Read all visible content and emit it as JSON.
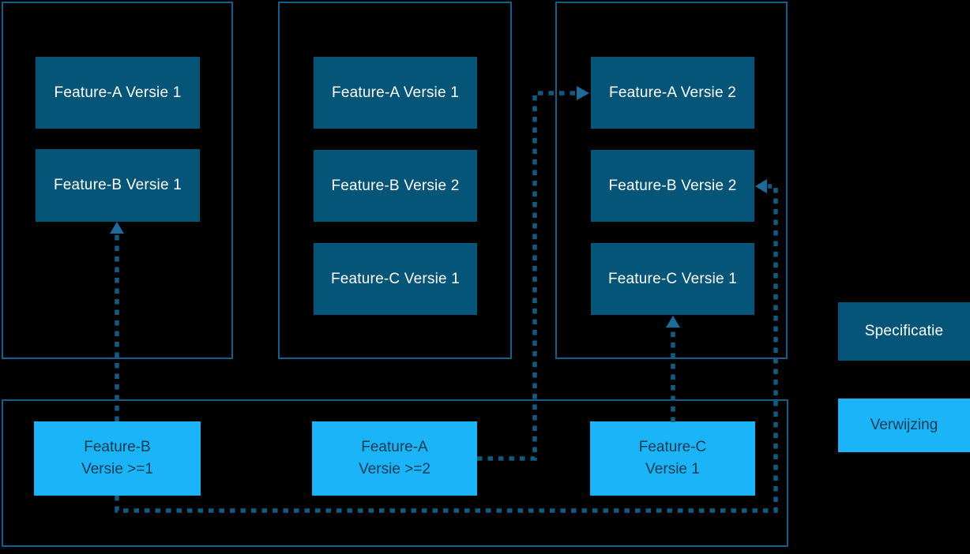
{
  "diagram": {
    "description": "Feature specification versions with reference constraints",
    "containers": [
      {
        "name": "specification-group-1",
        "boxes": [
          {
            "label": "Feature-A Versie 1"
          },
          {
            "label": "Feature-B Versie 1"
          }
        ]
      },
      {
        "name": "specification-group-2",
        "boxes": [
          {
            "label": "Feature-A Versie 1"
          },
          {
            "label": "Feature-B Versie 2"
          },
          {
            "label": "Feature-C Versie 1"
          }
        ]
      },
      {
        "name": "specification-group-3",
        "boxes": [
          {
            "label": "Feature-A Versie 2"
          },
          {
            "label": "Feature-B Versie 2"
          },
          {
            "label": "Feature-C Versie 1"
          }
        ]
      }
    ],
    "reference_group": {
      "boxes": [
        {
          "line1": "Feature-B",
          "line2": "Versie >=1"
        },
        {
          "line1": "Feature-A",
          "line2": "Versie >=2"
        },
        {
          "line1": "Feature-C",
          "line2": "Versie 1"
        }
      ]
    },
    "legend": {
      "specification_label": "Specificatie",
      "reference_label": "Verwijzing"
    },
    "connections": [
      {
        "from": "Feature-B Versie >=1 (reference)",
        "to": "Feature-B Versie 1 (group 1)",
        "style": "dashed-arrow"
      },
      {
        "from": "Feature-A Versie >=2 (reference)",
        "to": "Feature-A Versie 2 (group 3)",
        "style": "dashed-arrow"
      },
      {
        "from": "Feature-C Versie 1 (reference)",
        "to": "Feature-C Versie 1 (group 3)",
        "style": "dashed-arrow"
      },
      {
        "from": "Feature-B Versie >=1 (reference)",
        "to": "Feature-B Versie 2 (group 3)",
        "style": "dashed-arrow"
      }
    ],
    "colors": {
      "background": "#000000",
      "container_border": "#135f8a",
      "specification_fill": "#045578",
      "specification_text": "#ffffff",
      "reference_fill": "#1cb4f9",
      "reference_text": "#143c54",
      "connector_line": "#135a80",
      "arrowhead": "#1d6b99"
    }
  }
}
